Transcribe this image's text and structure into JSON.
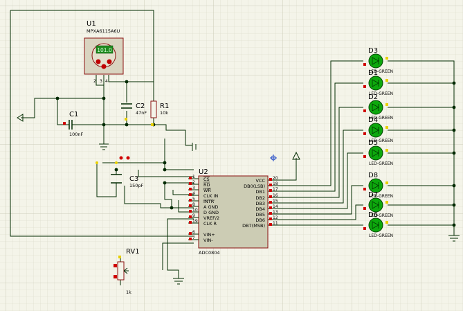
{
  "colors": {
    "background": "#f4f4e9",
    "grid_minor": "#d8d8c8",
    "grid_major": "#c4c4b0",
    "wire": "#002a00",
    "component_outline": "#8a1010",
    "ic_fill": "#ccccb4",
    "sensor_fill": "#d9d4c0",
    "led_green": "#0da80d",
    "pin_red": "#d00000",
    "pin_yellow": "#e8d000",
    "lcd_green": "#1e8a1e"
  },
  "u1": {
    "ref": "U1",
    "part": "MPXA6115A6U",
    "display": "101.0",
    "pins": [
      "2",
      "3",
      "4"
    ]
  },
  "u2": {
    "ref": "U2",
    "part": "ADC0804",
    "left_pins": [
      {
        "num": "1",
        "name": "CS"
      },
      {
        "num": "2",
        "name": "RD"
      },
      {
        "num": "3",
        "name": "WR"
      },
      {
        "num": "4",
        "name": "CLK IN"
      },
      {
        "num": "5",
        "name": "INTR"
      },
      {
        "num": "8",
        "name": "A GND"
      },
      {
        "num": "10",
        "name": "D GND"
      },
      {
        "num": "9",
        "name": "VREF/2"
      },
      {
        "num": "19",
        "name": "CLK R"
      },
      {
        "num": "6",
        "name": "VIN+"
      },
      {
        "num": "7",
        "name": "VIN-"
      }
    ],
    "right_pins": [
      {
        "num": "20",
        "name": "VCC"
      },
      {
        "num": "18",
        "name": "DB0(LSB)"
      },
      {
        "num": "17",
        "name": "DB1"
      },
      {
        "num": "16",
        "name": "DB2"
      },
      {
        "num": "15",
        "name": "DB3"
      },
      {
        "num": "14",
        "name": "DB4"
      },
      {
        "num": "13",
        "name": "DB5"
      },
      {
        "num": "12",
        "name": "DB6"
      },
      {
        "num": "11",
        "name": "DB7(MSB)"
      }
    ]
  },
  "c1": {
    "ref": "C1",
    "value": "100nF"
  },
  "c2": {
    "ref": "C2",
    "value": "47nF"
  },
  "c3": {
    "ref": "C3",
    "value": "150pF"
  },
  "r1": {
    "ref": "R1",
    "value": "10k"
  },
  "rv1": {
    "ref": "RV1",
    "value": "1k"
  },
  "leds": [
    {
      "ref": "D3",
      "label": "LED-GREEN"
    },
    {
      "ref": "D1",
      "label": "LED-GREEN"
    },
    {
      "ref": "D2",
      "label": "LED-GREEN"
    },
    {
      "ref": "D4",
      "label": "LED-GREEN"
    },
    {
      "ref": "D5",
      "label": "LED-GREEN"
    },
    {
      "ref": "D8",
      "label": "LED-GREEN"
    },
    {
      "ref": "D7",
      "label": "LED-GREEN"
    },
    {
      "ref": "D6",
      "label": "LED-GREEN"
    }
  ]
}
